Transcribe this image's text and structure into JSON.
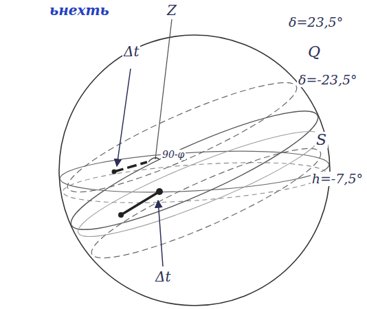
{
  "diagram": {
    "labels": [
      "ьнехть",
      "Z",
      "δ=23,5°",
      "Q",
      "δ=-23,5°",
      "S",
      "h=-7,5°",
      "Δt",
      "90-φ",
      "Δt"
    ]
  }
}
